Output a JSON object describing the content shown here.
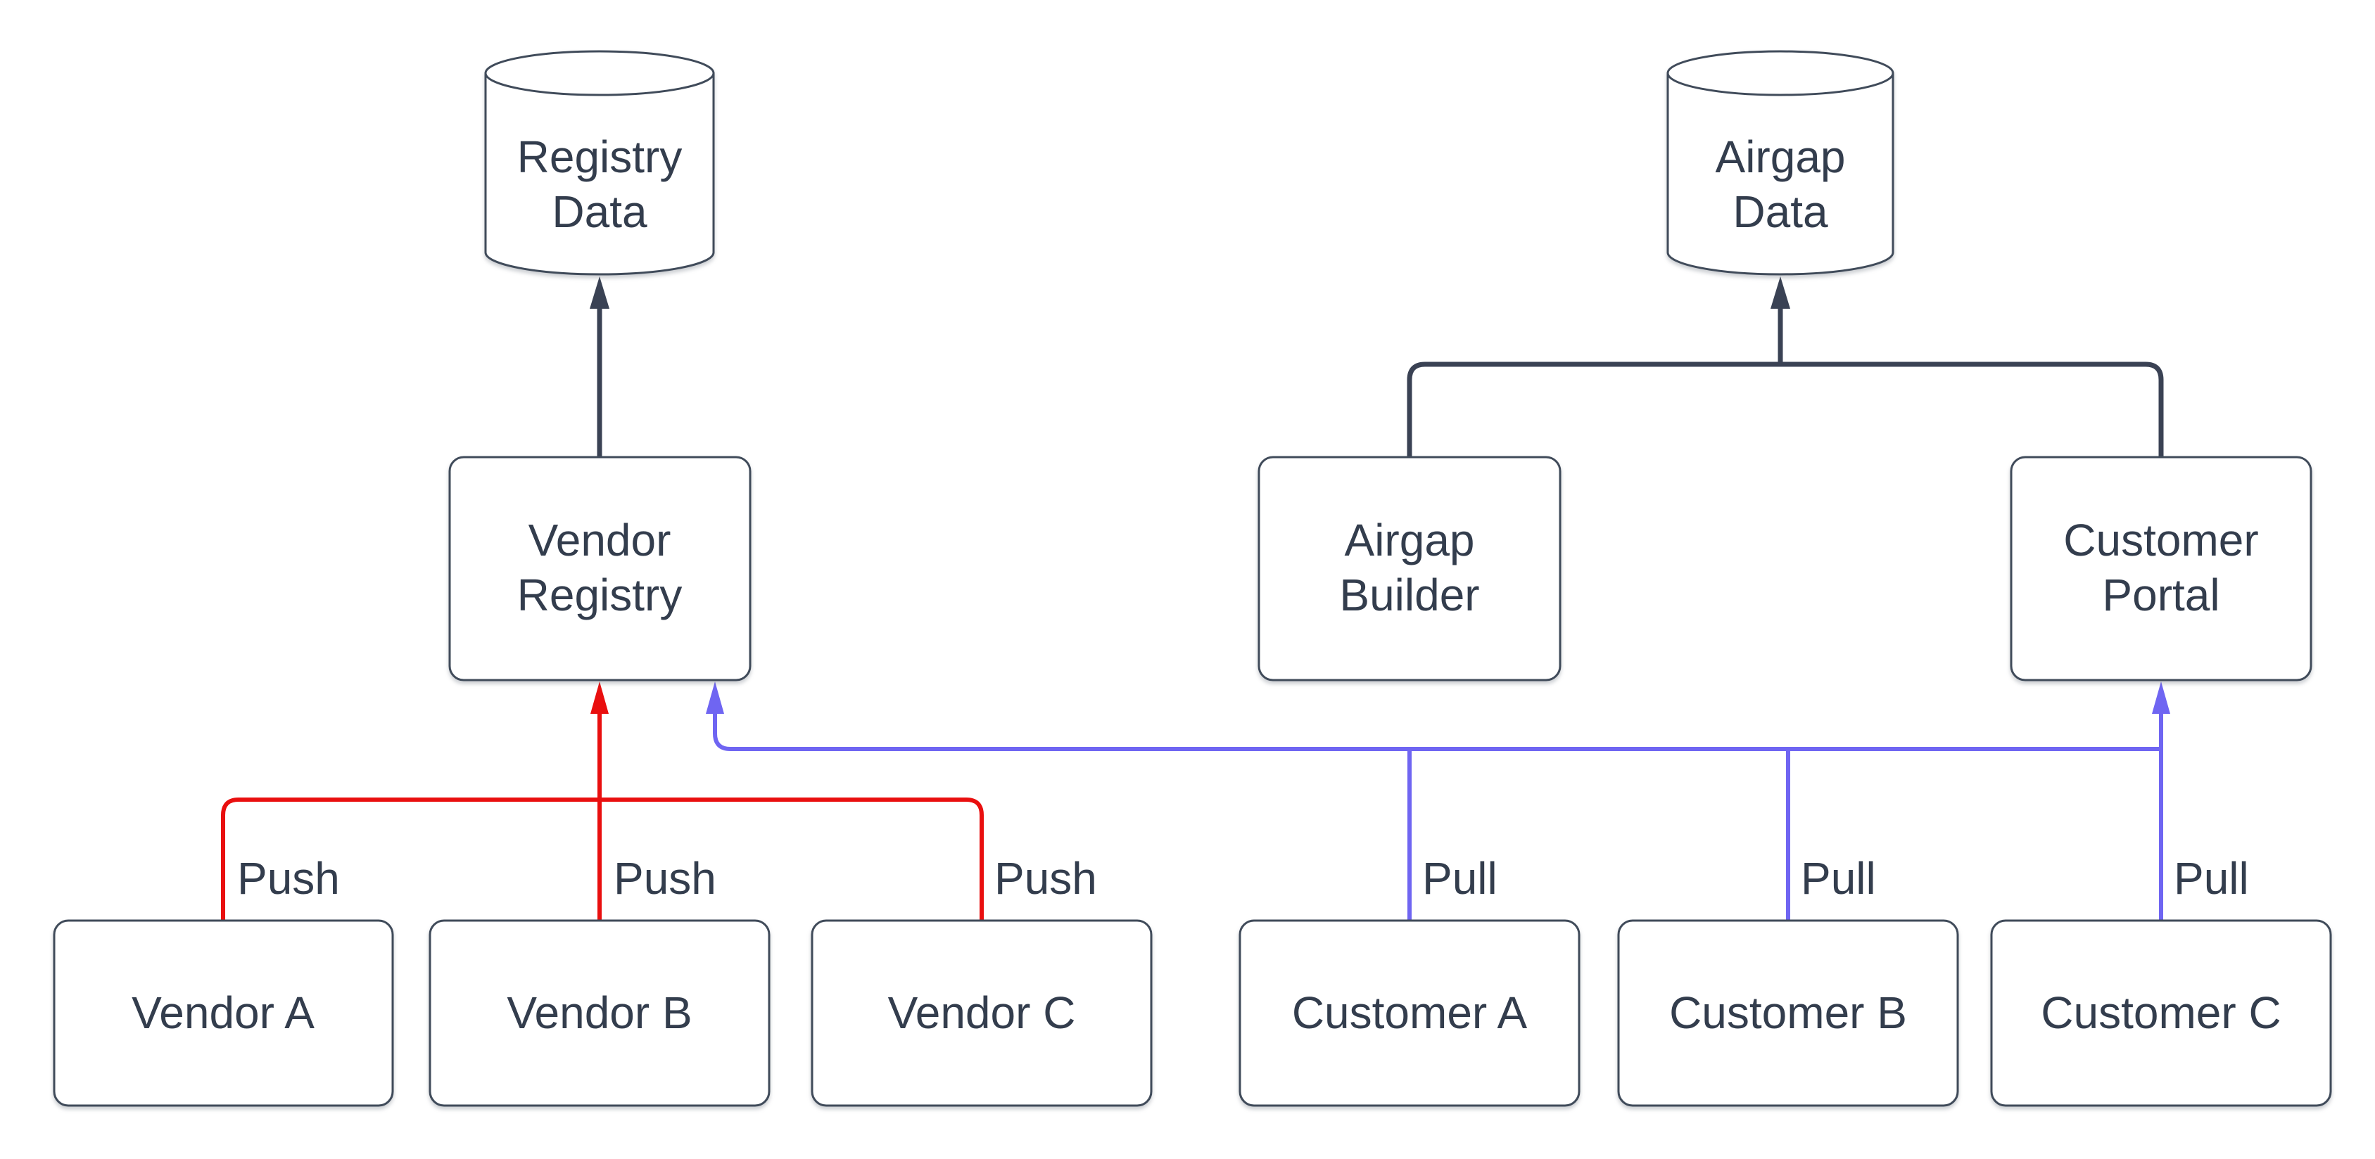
{
  "diagram": {
    "type": "flowchart",
    "background": "#ffffff",
    "colors": {
      "node_fill": "#ffffff",
      "node_border": "#404b5a",
      "node_text": "#333d4d",
      "store_link": "#3a4254",
      "push_link": "#e90f0f",
      "pull_link": "#6f65f2"
    },
    "nodes": {
      "registry_data": {
        "type": "cylinder",
        "lines": [
          "Registry",
          "Data"
        ]
      },
      "airgap_data": {
        "type": "cylinder",
        "lines": [
          "Airgap",
          "Data"
        ]
      },
      "vendor_registry": {
        "type": "box",
        "lines": [
          "Vendor",
          "Registry"
        ]
      },
      "airgap_builder": {
        "type": "box",
        "lines": [
          "Airgap",
          "Builder"
        ]
      },
      "customer_portal": {
        "type": "box",
        "lines": [
          "Customer",
          "Portal"
        ]
      },
      "vendor_a": {
        "type": "box",
        "label": "Vendor A"
      },
      "vendor_b": {
        "type": "box",
        "label": "Vendor B"
      },
      "vendor_c": {
        "type": "box",
        "label": "Vendor C"
      },
      "customer_a": {
        "type": "box",
        "label": "Customer A"
      },
      "customer_b": {
        "type": "box",
        "label": "Customer B"
      },
      "customer_c": {
        "type": "box",
        "label": "Customer C"
      }
    },
    "connections": [
      {
        "from": "Vendor Registry",
        "to": "Registry Data",
        "label": "",
        "color": "#3a4254"
      },
      {
        "from": "Airgap Builder",
        "to": "Airgap Data",
        "label": "",
        "color": "#3a4254"
      },
      {
        "from": "Customer Portal",
        "to": "Airgap Data",
        "label": "",
        "color": "#3a4254"
      },
      {
        "from": "Vendor A",
        "to": "Vendor Registry",
        "label": "Push",
        "color": "#e90f0f"
      },
      {
        "from": "Vendor B",
        "to": "Vendor Registry",
        "label": "Push",
        "color": "#e90f0f"
      },
      {
        "from": "Vendor C",
        "to": "Vendor Registry",
        "label": "Push",
        "color": "#e90f0f"
      },
      {
        "from": "Customer A",
        "to": "Vendor Registry, Customer Portal",
        "label": "Pull",
        "color": "#6f65f2"
      },
      {
        "from": "Customer B",
        "to": "Vendor Registry, Customer Portal",
        "label": "Pull",
        "color": "#6f65f2"
      },
      {
        "from": "Customer C",
        "to": "Vendor Registry, Customer Portal",
        "label": "Pull",
        "color": "#6f65f2"
      }
    ]
  }
}
